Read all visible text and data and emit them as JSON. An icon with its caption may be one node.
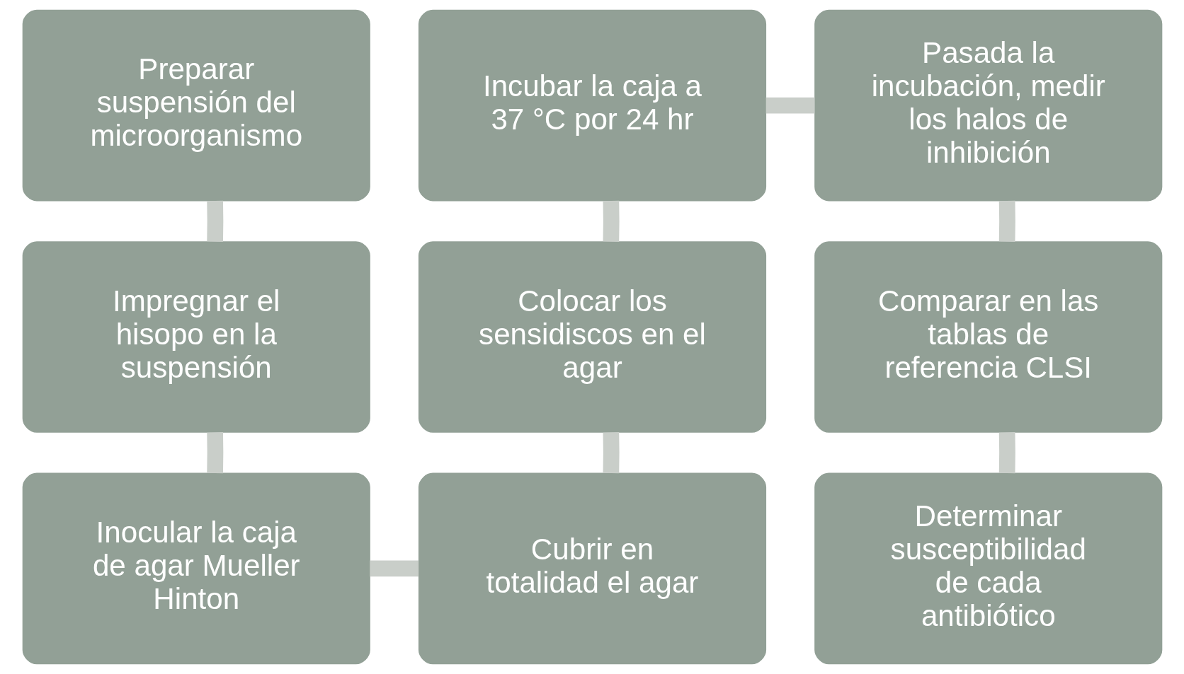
{
  "diagram": {
    "nodes": [
      {
        "text": [
          "Preparar suspensión del microorganismo"
        ]
      },
      {
        "text": [
          "Impregnar el hisopo en la suspensión"
        ]
      },
      {
        "text": [
          "Inocular la caja de agar Mueller Hinton"
        ]
      },
      {
        "text": [
          "Incubar la caja a 37 °C por 24 hr"
        ]
      },
      {
        "text": [
          "Colocar los sensidiscos en el agar"
        ]
      },
      {
        "text": [
          "Cubrir en totalidad el agar"
        ]
      },
      {
        "text": [
          "Pasada la incubación, medir los halos de inhibición"
        ]
      },
      {
        "text": [
          "Comparar en las tablas de referencia CLSI"
        ]
      },
      {
        "text": [
          "Determinar susceptibilidad de cada antibiótico"
        ]
      }
    ],
    "edges": [
      {
        "from": 0,
        "to": 1,
        "arrow": "none"
      },
      {
        "from": 1,
        "to": 2,
        "arrow": "none"
      },
      {
        "from": 2,
        "to": 5,
        "arrow": "none"
      },
      {
        "from": 5,
        "to": 4,
        "arrow": "none"
      },
      {
        "from": 4,
        "to": 3,
        "arrow": "none"
      },
      {
        "from": 3,
        "to": 6,
        "arrow": "none"
      },
      {
        "from": 6,
        "to": 7,
        "arrow": "none"
      },
      {
        "from": 7,
        "to": 8,
        "arrow": "none"
      }
    ]
  }
}
